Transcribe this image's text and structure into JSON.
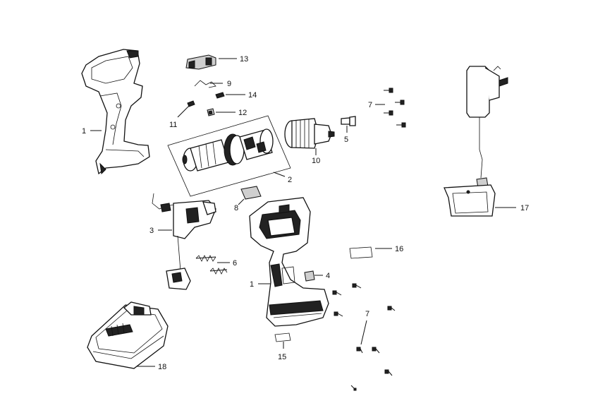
{
  "labels": {
    "housing_half": "1",
    "assembled_housing": "1",
    "motor_gearbox": "2",
    "switch_assembly": "3",
    "forward_reverse_button": "4",
    "screw_chuck": "5",
    "springs": "6",
    "screws_top": "7",
    "screws_bottom": "7",
    "battery_contact": "8",
    "spring_clip": "9",
    "chuck": "10",
    "spring_small": "11",
    "clip": "12",
    "top_clip": "13",
    "spring_top": "14",
    "label_base": "15",
    "label_side": "16",
    "charger": "17",
    "battery": "18"
  }
}
